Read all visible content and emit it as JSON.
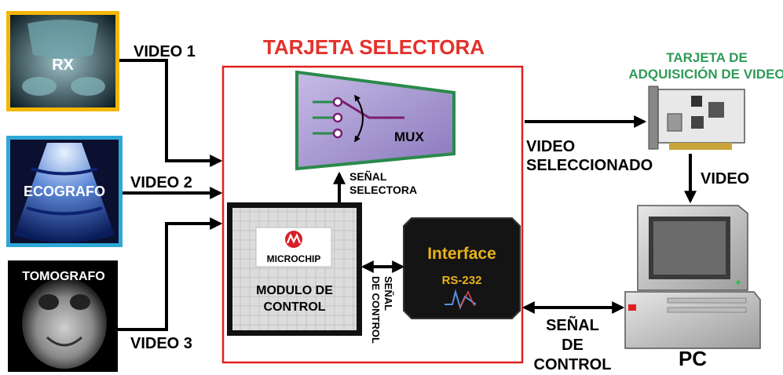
{
  "title": "TARJETA SELECTORA",
  "sources": {
    "rx": "RX",
    "ecografo": "ECOGRAFO",
    "tomografo": "TOMOGRAFO"
  },
  "signals": {
    "video1": "VIDEO 1",
    "video2": "VIDEO 2",
    "video3": "VIDEO 3",
    "senal_selectora": [
      "SEÑAL",
      "SELECTORA"
    ],
    "senal_control_vertical": [
      "SEÑAL",
      "DE CONTROL"
    ],
    "video_seleccionado": [
      "VIDEO",
      "SELECCIONADO"
    ],
    "video": "VIDEO",
    "senal_control_pc": [
      "SEÑAL",
      "DE",
      "CONTROL"
    ]
  },
  "blocks": {
    "mux": "MUX",
    "microchip": "MICROCHIP",
    "modulo_control": [
      "MODULO DE",
      "CONTROL"
    ],
    "interface": "Interface",
    "rs232": "RS-232",
    "tarjeta_adquisicion": [
      "TARJETA DE",
      "ADQUISICIÓN DE VIDEO"
    ],
    "pc": "PC"
  },
  "colors": {
    "title_red": "#e4312b",
    "board_border": "#e02020",
    "acq_green": "#2e9a57",
    "mux_fill": "#a999d0",
    "mux_border": "#2a8a4a",
    "rx_frame": "#f2b705",
    "eco_frame": "#2fa8d8",
    "interface_text": "#e8b21c"
  }
}
